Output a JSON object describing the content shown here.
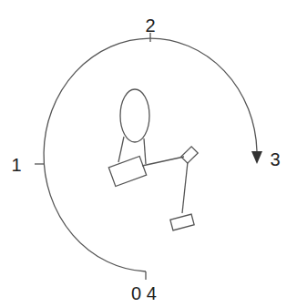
{
  "diagram": {
    "labels": [
      "2",
      "1",
      "3",
      "0 4"
    ]
  }
}
